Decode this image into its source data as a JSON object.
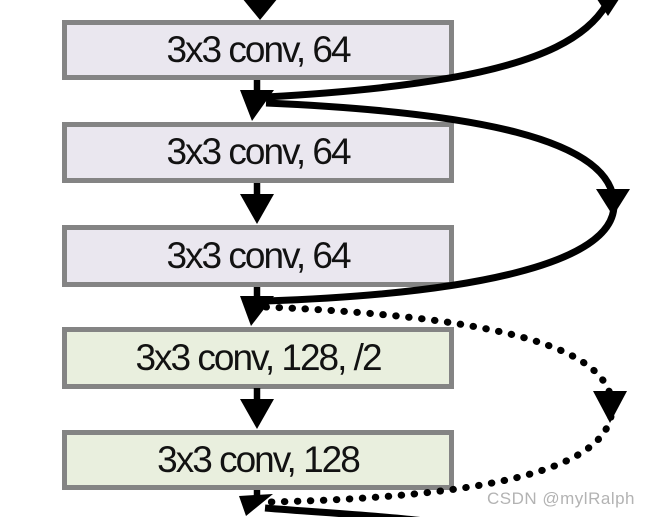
{
  "diagram": {
    "type": "flowchart",
    "description": "Cropped section of a ResNet architecture diagram with residual skip connections",
    "nodes": [
      {
        "id": "conv1",
        "label": "3x3 conv, 64",
        "fill_kind": "conv64"
      },
      {
        "id": "conv2",
        "label": "3x3 conv, 64",
        "fill_kind": "conv64"
      },
      {
        "id": "conv3",
        "label": "3x3 conv, 64",
        "fill_kind": "conv64"
      },
      {
        "id": "conv4",
        "label": "3x3 conv, 128, /2",
        "fill_kind": "conv128"
      },
      {
        "id": "conv5",
        "label": "3x3 conv, 128",
        "fill_kind": "conv128"
      }
    ],
    "edges": [
      {
        "from": "above",
        "to": "conv1",
        "style": "solid-arrow"
      },
      {
        "from": "conv1",
        "to": "conv2",
        "style": "solid-arrow"
      },
      {
        "from": "conv2",
        "to": "conv3",
        "style": "solid-arrow"
      },
      {
        "from": "conv3",
        "to": "conv4",
        "style": "solid-arrow"
      },
      {
        "from": "conv4",
        "to": "conv5",
        "style": "solid-arrow"
      },
      {
        "from": "conv5",
        "to": "below",
        "style": "solid-arrow"
      },
      {
        "from": "above",
        "to": "after-conv1",
        "style": "solid-skip-arc"
      },
      {
        "from": "after-conv1",
        "to": "after-conv3",
        "style": "solid-skip-arc"
      },
      {
        "from": "after-conv3",
        "to": "after-conv5",
        "style": "dotted-skip-arc"
      },
      {
        "from": "after-conv5",
        "to": "below",
        "style": "solid-skip-arc"
      }
    ]
  },
  "colors": {
    "conv64_fill": "#EAE7EF",
    "conv128_fill": "#E9EFDE",
    "box_border": "#848484",
    "arrow": "#000000",
    "watermark_text": "#B3B3B3"
  },
  "watermark": {
    "text": "CSDN @mylRalph"
  }
}
